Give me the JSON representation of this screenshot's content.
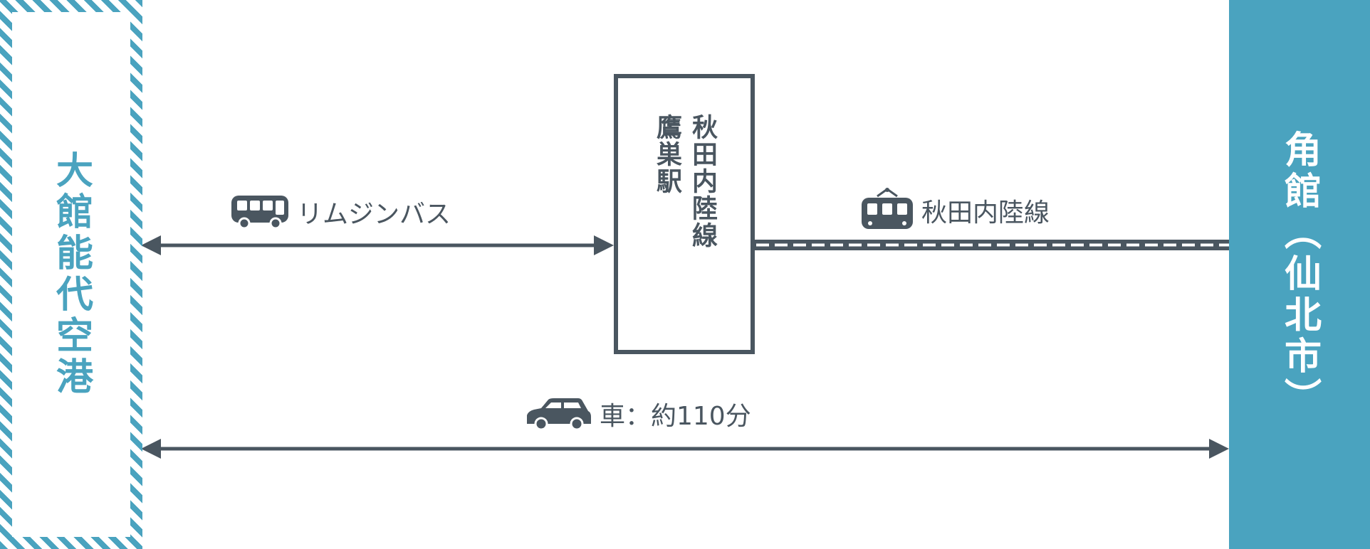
{
  "origin": {
    "name": "大館能代空港"
  },
  "destination": {
    "name": "角館（仙北市）"
  },
  "station": {
    "name": "鷹巣駅",
    "line": "秋田内陸線"
  },
  "routes": {
    "bus": {
      "label": "リムジンバス",
      "icon": "bus-icon"
    },
    "train": {
      "label": "秋田内陸線",
      "icon": "train-icon"
    },
    "car": {
      "label": "車：約110分",
      "icon": "car-icon"
    }
  },
  "colors": {
    "accent": "#4aa3bf",
    "dark": "#4a5660",
    "background": "#ffffff"
  }
}
